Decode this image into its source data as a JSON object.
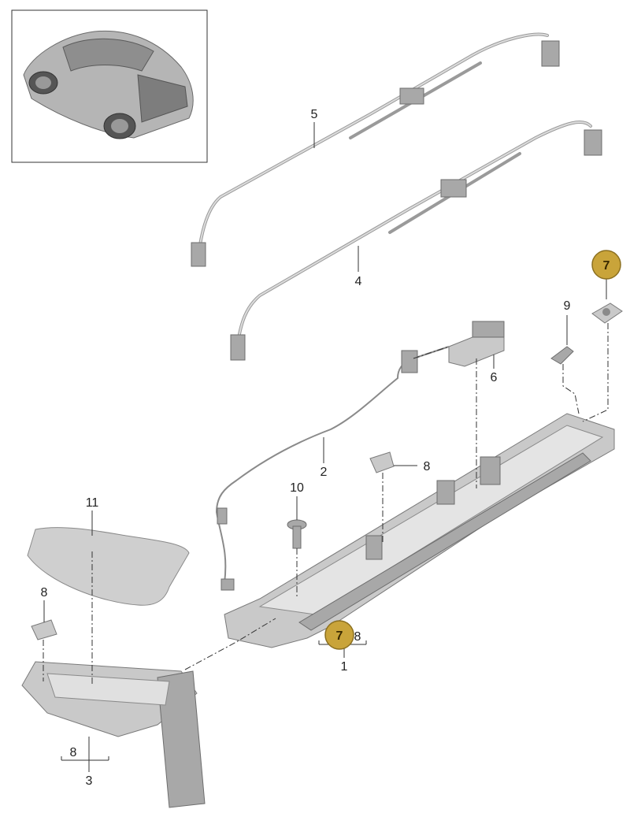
{
  "callouts": {
    "c1": "1",
    "c2": "2",
    "c3": "3",
    "c4": "4",
    "c5": "5",
    "c6": "6",
    "c7a": "7",
    "c7b": "7",
    "c8a": "8",
    "c8b": "8",
    "c8c": "8",
    "c8d": "8",
    "c9": "9",
    "c10": "10",
    "c11": "11"
  },
  "colors": {
    "badge_fill": "#c9a43a",
    "badge_stroke": "#8c7020",
    "part": "#c9c9c9"
  }
}
